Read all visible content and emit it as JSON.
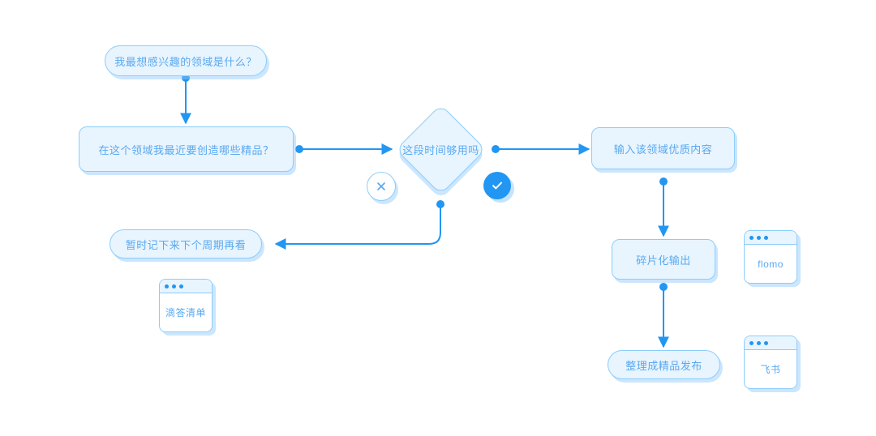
{
  "diagram": {
    "type": "flowchart",
    "colors": {
      "node_fill": "#e8f4fe",
      "node_border": "#8ccdfb",
      "text": "#5aa9f0",
      "edge": "#2196f3",
      "accent": "#2196f3",
      "background": "#ffffff"
    },
    "nodes": [
      {
        "id": "start",
        "label": "我最想感兴趣的领域是什么？",
        "shape": "pill"
      },
      {
        "id": "create",
        "label": "在这个领域我最近要创造哪些精品？",
        "shape": "rounded"
      },
      {
        "id": "decision",
        "label": "这段时间够用吗",
        "shape": "diamond"
      },
      {
        "id": "defer",
        "label": "暂时记下来下个周期再看",
        "shape": "pill"
      },
      {
        "id": "input",
        "label": "输入该领域优质内容",
        "shape": "rounded"
      },
      {
        "id": "fragment",
        "label": "碎片化输出",
        "shape": "rounded"
      },
      {
        "id": "publish",
        "label": "整理成精品发布",
        "shape": "pill"
      }
    ],
    "badges": [
      {
        "id": "reject",
        "icon": "close-icon",
        "meaning": "no"
      },
      {
        "id": "accept",
        "icon": "check-icon",
        "meaning": "yes"
      }
    ],
    "app_cards": [
      {
        "id": "ticktick",
        "label": "滴答清单"
      },
      {
        "id": "flomo",
        "label": "flomo"
      },
      {
        "id": "feishu",
        "label": "飞书"
      }
    ],
    "edges": [
      {
        "from": "start",
        "to": "create"
      },
      {
        "from": "create",
        "to": "decision"
      },
      {
        "from": "decision",
        "to": "input"
      },
      {
        "from": "decision",
        "to": "defer"
      },
      {
        "from": "input",
        "to": "fragment"
      },
      {
        "from": "fragment",
        "to": "publish"
      }
    ]
  }
}
